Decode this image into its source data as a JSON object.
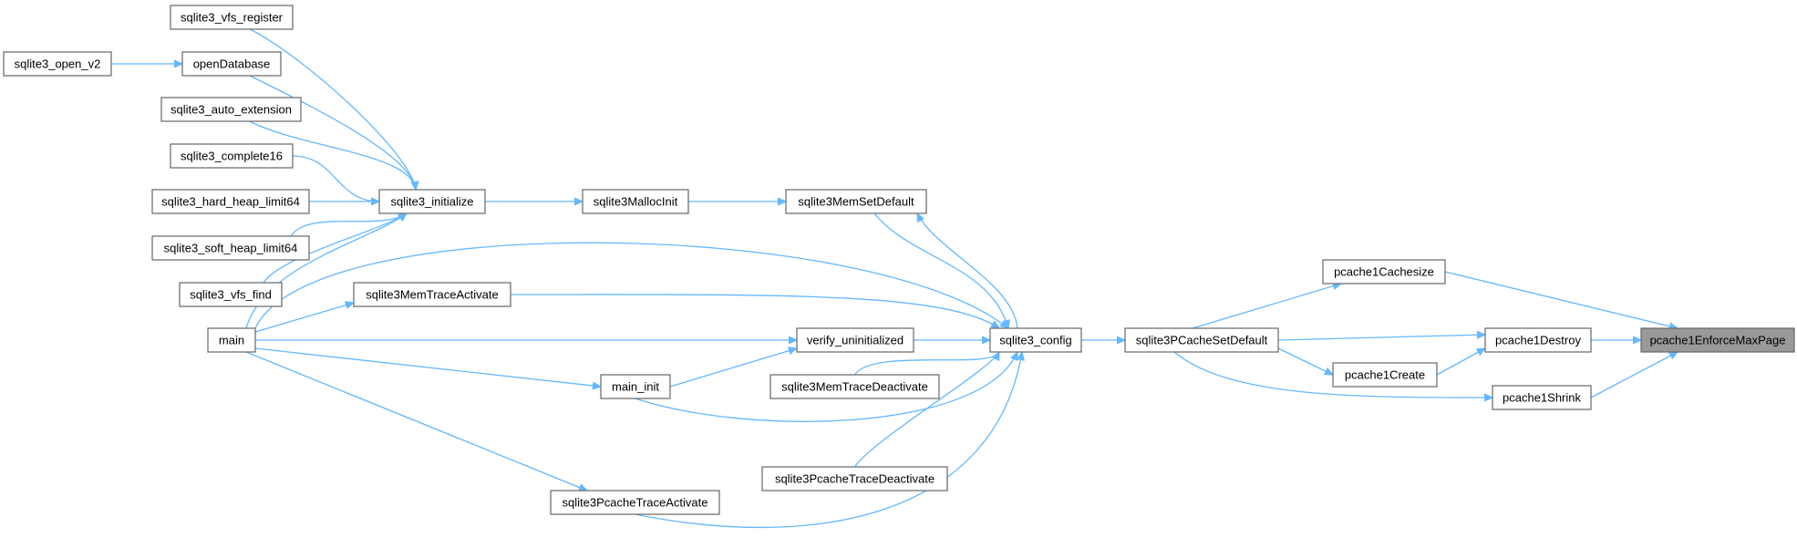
{
  "nodes": [
    {
      "id": "pcache1EnforceMaxPage",
      "label": "pcache1EnforceMaxPage",
      "highlight": true
    },
    {
      "id": "pcache1Cachesize",
      "label": "pcache1Cachesize"
    },
    {
      "id": "pcache1Destroy",
      "label": "pcache1Destroy"
    },
    {
      "id": "pcache1Shrink",
      "label": "pcache1Shrink"
    },
    {
      "id": "pcache1Create",
      "label": "pcache1Create"
    },
    {
      "id": "sqlite3PCacheSetDefault",
      "label": "sqlite3PCacheSetDefault"
    },
    {
      "id": "sqlite3_config",
      "label": "sqlite3_config"
    },
    {
      "id": "sqlite3MemSetDefault",
      "label": "sqlite3MemSetDefault"
    },
    {
      "id": "verify_uninitialized",
      "label": "verify_uninitialized"
    },
    {
      "id": "sqlite3MemTraceDeactivate",
      "label": "sqlite3MemTraceDeactivate"
    },
    {
      "id": "sqlite3PcacheTraceDeactivate",
      "label": "sqlite3PcacheTraceDeactivate"
    },
    {
      "id": "sqlite3MallocInit",
      "label": "sqlite3MallocInit"
    },
    {
      "id": "sqlite3_initialize",
      "label": "sqlite3_initialize"
    },
    {
      "id": "sqlite3MemTraceActivate",
      "label": "sqlite3MemTraceActivate"
    },
    {
      "id": "main_init",
      "label": "main_init"
    },
    {
      "id": "sqlite3PcacheTraceActivate",
      "label": "sqlite3PcacheTraceActivate"
    },
    {
      "id": "main",
      "label": "main"
    },
    {
      "id": "sqlite3_vfs_register",
      "label": "sqlite3_vfs_register"
    },
    {
      "id": "openDatabase",
      "label": "openDatabase"
    },
    {
      "id": "sqlite3_open_v2",
      "label": "sqlite3_open_v2"
    },
    {
      "id": "sqlite3_auto_extension",
      "label": "sqlite3_auto_extension"
    },
    {
      "id": "sqlite3_complete16",
      "label": "sqlite3_complete16"
    },
    {
      "id": "sqlite3_hard_heap_limit64",
      "label": "sqlite3_hard_heap_limit64"
    },
    {
      "id": "sqlite3_soft_heap_limit64",
      "label": "sqlite3_soft_heap_limit64"
    },
    {
      "id": "sqlite3_vfs_find",
      "label": "sqlite3_vfs_find"
    }
  ],
  "edges": [
    {
      "from": "pcache1Cachesize",
      "to": "pcache1EnforceMaxPage"
    },
    {
      "from": "pcache1Destroy",
      "to": "pcache1EnforceMaxPage"
    },
    {
      "from": "pcache1Shrink",
      "to": "pcache1EnforceMaxPage"
    },
    {
      "from": "sqlite3PCacheSetDefault",
      "to": "pcache1Cachesize"
    },
    {
      "from": "sqlite3PCacheSetDefault",
      "to": "pcache1Destroy"
    },
    {
      "from": "sqlite3PCacheSetDefault",
      "to": "pcache1Create"
    },
    {
      "from": "pcache1Create",
      "to": "pcache1Destroy"
    },
    {
      "from": "sqlite3PCacheSetDefault",
      "to": "pcache1Shrink"
    },
    {
      "from": "sqlite3_config",
      "to": "sqlite3PCacheSetDefault"
    },
    {
      "from": "sqlite3MemSetDefault",
      "to": "sqlite3_config"
    },
    {
      "from": "sqlite3_config",
      "to": "sqlite3MemSetDefault"
    },
    {
      "from": "sqlite3MallocInit",
      "to": "sqlite3MemSetDefault"
    },
    {
      "from": "sqlite3_initialize",
      "to": "sqlite3MallocInit"
    },
    {
      "from": "sqlite3_vfs_register",
      "to": "sqlite3_initialize"
    },
    {
      "from": "openDatabase",
      "to": "sqlite3_initialize"
    },
    {
      "from": "sqlite3_open_v2",
      "to": "openDatabase"
    },
    {
      "from": "sqlite3_auto_extension",
      "to": "sqlite3_initialize"
    },
    {
      "from": "sqlite3_complete16",
      "to": "sqlite3_initialize"
    },
    {
      "from": "sqlite3_hard_heap_limit64",
      "to": "sqlite3_initialize"
    },
    {
      "from": "sqlite3_soft_heap_limit64",
      "to": "sqlite3_initialize"
    },
    {
      "from": "sqlite3_vfs_find",
      "to": "sqlite3_initialize"
    },
    {
      "from": "main",
      "to": "sqlite3_initialize"
    },
    {
      "from": "main",
      "to": "sqlite3_config"
    },
    {
      "from": "main",
      "to": "sqlite3MemTraceActivate"
    },
    {
      "from": "sqlite3MemTraceActivate",
      "to": "sqlite3_config"
    },
    {
      "from": "main",
      "to": "verify_uninitialized"
    },
    {
      "from": "verify_uninitialized",
      "to": "sqlite3_config"
    },
    {
      "from": "main",
      "to": "main_init"
    },
    {
      "from": "main_init",
      "to": "verify_uninitialized"
    },
    {
      "from": "main_init",
      "to": "sqlite3_config"
    },
    {
      "from": "sqlite3MemTraceDeactivate",
      "to": "sqlite3_config"
    },
    {
      "from": "sqlite3PcacheTraceDeactivate",
      "to": "sqlite3_config"
    },
    {
      "from": "main",
      "to": "sqlite3PcacheTraceActivate"
    },
    {
      "from": "sqlite3PcacheTraceActivate",
      "to": "sqlite3_config"
    }
  ]
}
